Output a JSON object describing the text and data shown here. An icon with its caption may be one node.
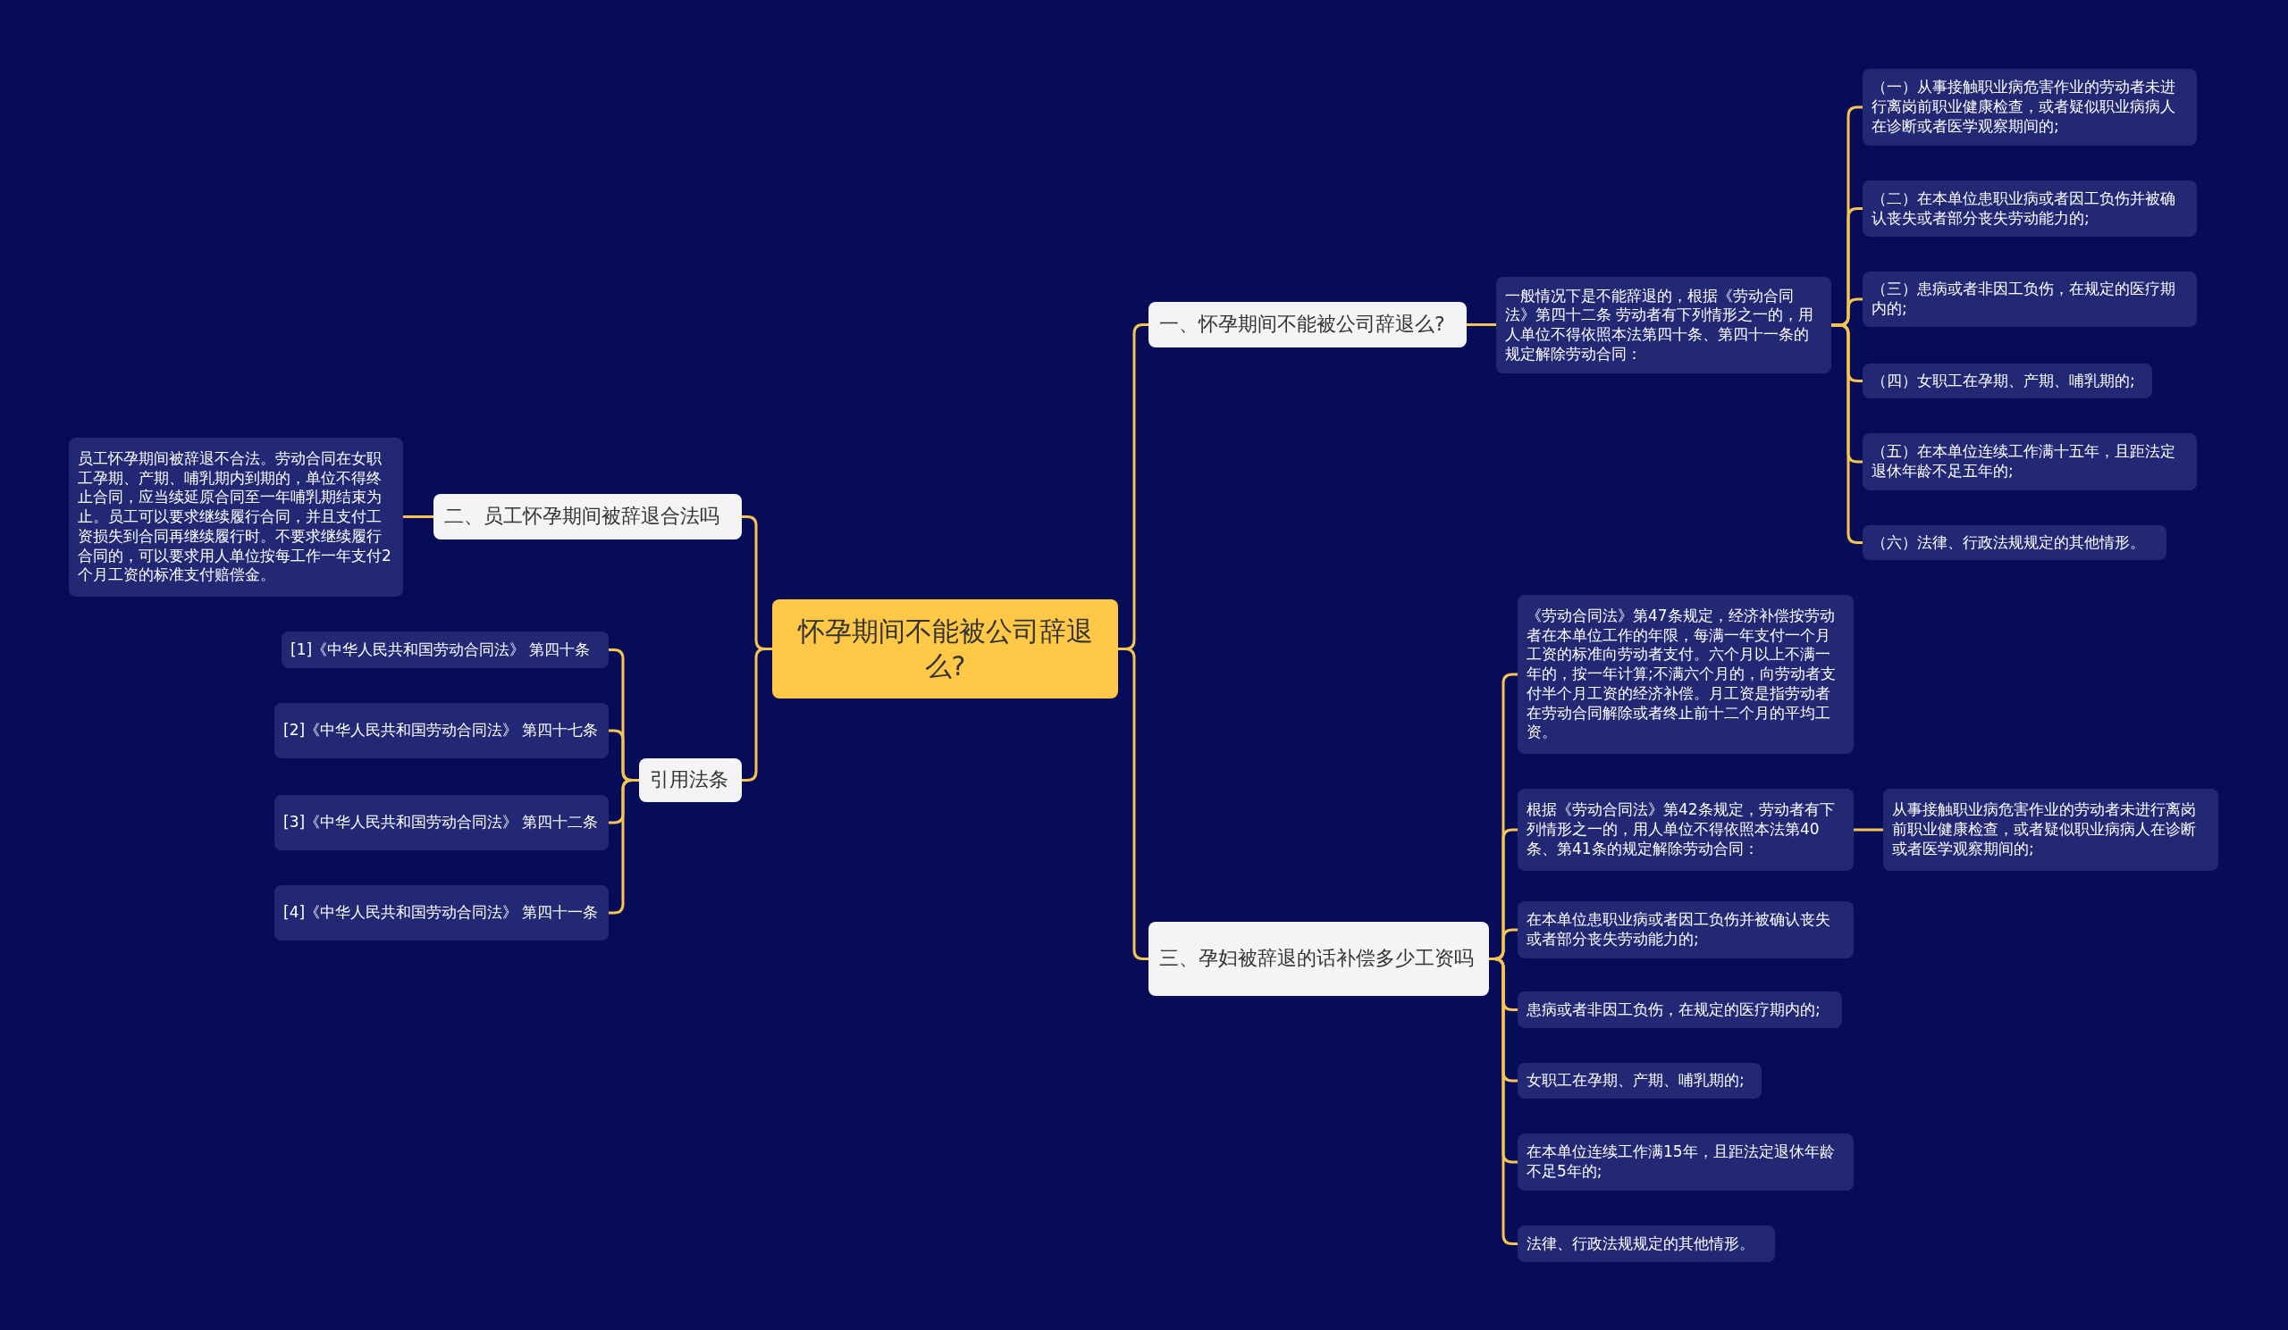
{
  "diagram": {
    "nodes": [
      {
        "text": [
          "怀孕期间不能被公司辞退么?"
        ]
      },
      {
        "text": [
          "一、怀孕期间不能被公司辞退么?"
        ]
      },
      {
        "text": [
          "一般情况下是不能辞退的，根据《劳动合同法》第四十二条 劳动者有下列情形之一的，用人单位不得依照本法第四十条、第四十一条的规定解除劳动合同："
        ]
      },
      {
        "text": [
          "（一）从事接触职业病危害作业的劳动者未进行离岗前职业健康检查，或者疑似职业病病人在诊断或者医学观察期间的;"
        ]
      },
      {
        "text": [
          "（二）在本单位患职业病或者因工负伤并被确认丧失或者部分丧失劳动能力的;"
        ]
      },
      {
        "text": [
          "（三）患病或者非因工负伤，在规定的医疗期内的;"
        ]
      },
      {
        "text": [
          "（四）女职工在孕期、产期、哺乳期的;"
        ]
      },
      {
        "text": [
          "（五）在本单位连续工作满十五年，且距法定退休年龄不足五年的;"
        ]
      },
      {
        "text": [
          "（六）法律、行政法规规定的其他情形。"
        ]
      },
      {
        "text": [
          "二、员工怀孕期间被辞退合法吗"
        ]
      },
      {
        "text": [
          "员工怀孕期间被辞退不合法。劳动合同在女职工孕期、产期、哺乳期内到期的，单位不得终止合同，应当续延原合同至一年哺乳期结束为止。员工可以要求继续履行合同，并且支付工资损失到合同再继续履行时。不要求继续履行合同的，可以要求用人单位按每工作一年支付2个月工资的标准支付赔偿金。"
        ]
      },
      {
        "text": [
          "引用法条"
        ]
      },
      {
        "text": [
          "[1]《中华人民共和国劳动合同法》 第四十条"
        ]
      },
      {
        "text": [
          "[2]《中华人民共和国劳动合同法》 第四十七条"
        ]
      },
      {
        "text": [
          "[3]《中华人民共和国劳动合同法》 第四十二条"
        ]
      },
      {
        "text": [
          "[4]《中华人民共和国劳动合同法》 第四十一条"
        ]
      },
      {
        "text": [
          "三、孕妇被辞退的话补偿多少工资吗"
        ]
      },
      {
        "text": [
          "《劳动合同法》第47条规定，经济补偿按劳动者在本单位工作的年限，每满一年支付一个月工资的标准向劳动者支付。六个月以上不满一年的，按一年计算;不满六个月的，向劳动者支付半个月工资的经济补偿。月工资是指劳动者在劳动合同解除或者终止前十二个月的平均工资。"
        ]
      },
      {
        "text": [
          "根据《劳动合同法》第42条规定，劳动者有下列情形之一的，用人单位不得依照本法第40条、第41条的规定解除劳动合同："
        ]
      },
      {
        "text": [
          "在本单位患职业病或者因工负伤并被确认丧失或者部分丧失劳动能力的;"
        ]
      },
      {
        "text": [
          "患病或者非因工负伤，在规定的医疗期内的;"
        ]
      },
      {
        "text": [
          "女职工在孕期、产期、哺乳期的;"
        ]
      },
      {
        "text": [
          "在本单位连续工作满15年，且距法定退休年龄不足5年的;"
        ]
      },
      {
        "text": [
          "法律、行政法规规定的其他情形。"
        ]
      },
      {
        "text": [
          "从事接触职业病危害作业的劳动者未进行离岗前职业健康检查，或者疑似职业病病人在诊断或者医学观察期间的;"
        ]
      }
    ],
    "edges": [
      {
        "from": 0,
        "to": 1,
        "arrow": "none"
      },
      {
        "from": 0,
        "to": 9,
        "arrow": "none"
      },
      {
        "from": 0,
        "to": 11,
        "arrow": "none"
      },
      {
        "from": 0,
        "to": 16,
        "arrow": "none"
      },
      {
        "from": 1,
        "to": 2,
        "arrow": "none"
      },
      {
        "from": 2,
        "to": 3,
        "arrow": "none"
      },
      {
        "from": 2,
        "to": 4,
        "arrow": "none"
      },
      {
        "from": 2,
        "to": 5,
        "arrow": "none"
      },
      {
        "from": 2,
        "to": 6,
        "arrow": "none"
      },
      {
        "from": 2,
        "to": 7,
        "arrow": "none"
      },
      {
        "from": 2,
        "to": 8,
        "arrow": "none"
      },
      {
        "from": 9,
        "to": 10,
        "arrow": "none"
      },
      {
        "from": 11,
        "to": 12,
        "arrow": "none"
      },
      {
        "from": 11,
        "to": 13,
        "arrow": "none"
      },
      {
        "from": 11,
        "to": 14,
        "arrow": "none"
      },
      {
        "from": 11,
        "to": 15,
        "arrow": "none"
      },
      {
        "from": 16,
        "to": 17,
        "arrow": "none"
      },
      {
        "from": 16,
        "to": 18,
        "arrow": "none"
      },
      {
        "from": 16,
        "to": 19,
        "arrow": "none"
      },
      {
        "from": 16,
        "to": 20,
        "arrow": "none"
      },
      {
        "from": 16,
        "to": 21,
        "arrow": "none"
      },
      {
        "from": 16,
        "to": 22,
        "arrow": "none"
      },
      {
        "from": 16,
        "to": 23,
        "arrow": "none"
      },
      {
        "from": 18,
        "to": 24,
        "arrow": "none"
      }
    ]
  }
}
